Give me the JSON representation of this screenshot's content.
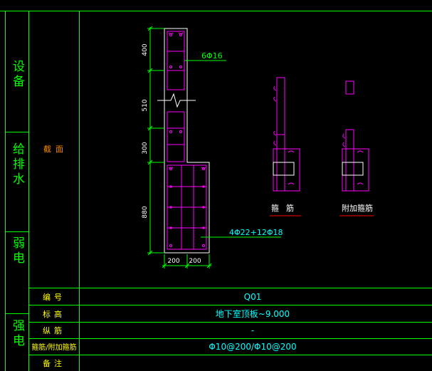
{
  "side_labels": {
    "equipment": "设备",
    "water": "给排水",
    "weak_power": "弱电",
    "strong_power": "强电"
  },
  "section_label": "截面",
  "dimensions": {
    "v1": "400",
    "v2": "510",
    "v3": "300",
    "v4": "880",
    "h1": "200",
    "h2": "200"
  },
  "rebar": {
    "top_main": "6Φ16",
    "bottom_main": "4Φ22+12Φ18"
  },
  "detail_labels": {
    "stirrup": "箍筋",
    "extra_stirrup": "附加箍筋"
  },
  "table": {
    "rows": [
      {
        "label": "编号",
        "value": "Q01"
      },
      {
        "label": "标高",
        "value": "地下室顶板~9.000"
      },
      {
        "label": "纵筋",
        "value": "-"
      },
      {
        "label": "箍筋/附加箍筋",
        "value": "Φ10@200/Φ10@200"
      },
      {
        "label": "备注",
        "value": ""
      }
    ]
  },
  "colors": {
    "frame": "#00ff00",
    "rebar": "#ff00ff",
    "dimension": "#00ff00",
    "section_label": "#ff8c00",
    "text_cyan": "#00ffff",
    "text_yellow": "#ffff00",
    "concrete": "#ffffff",
    "underline": "#ff0000",
    "top_label": "#00ff00",
    "bottom_label": "#00ffff"
  }
}
